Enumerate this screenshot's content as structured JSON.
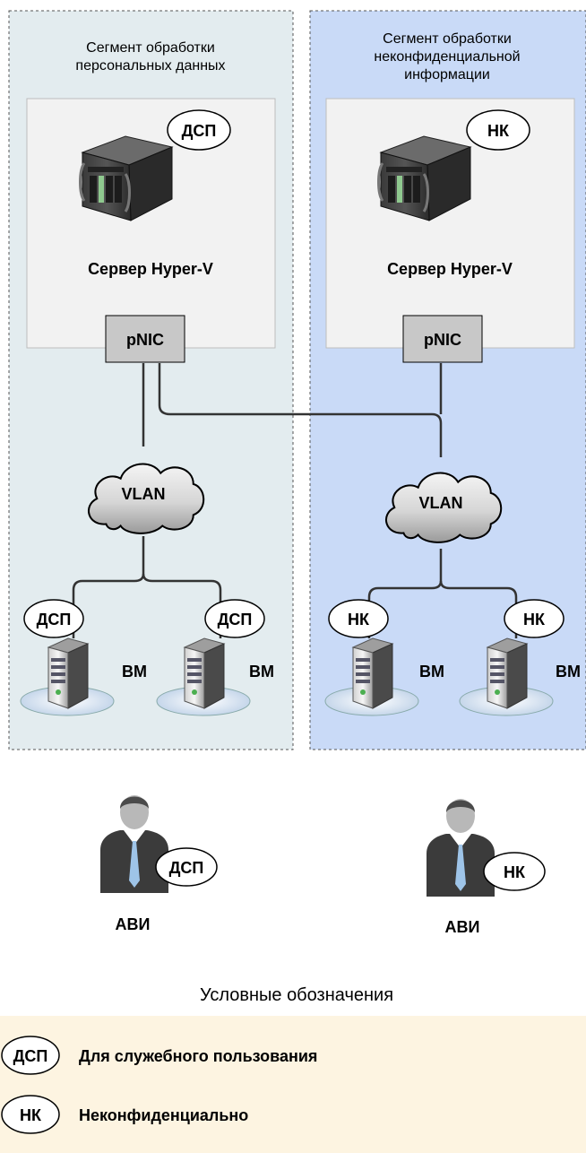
{
  "segments": [
    {
      "title_lines": [
        "Сегмент обработки",
        "персональных данных"
      ],
      "server_label": "Сервер Hyper-V",
      "server_badge": "ДСП",
      "nic_label": "pNIC",
      "vlan_label": "VLAN",
      "vms": [
        {
          "label": "ВМ",
          "badge": "ДСП"
        },
        {
          "label": "ВМ",
          "badge": "ДСП"
        }
      ]
    },
    {
      "title_lines": [
        "Сегмент обработки",
        "неконфиденциальной",
        "информации"
      ],
      "server_label": "Сервер Hyper-V",
      "server_badge": "НК",
      "nic_label": "pNIC",
      "vlan_label": "VLAN",
      "vms": [
        {
          "label": "ВМ",
          "badge": "НК"
        },
        {
          "label": "ВМ",
          "badge": "НК"
        }
      ]
    }
  ],
  "admins": [
    {
      "label": "АВИ",
      "badge": "ДСП"
    },
    {
      "label": "АВИ",
      "badge": "НК"
    }
  ],
  "legend": {
    "title": "Условные обозначения",
    "items": [
      {
        "badge": "ДСП",
        "text": "Для служебного пользования"
      },
      {
        "badge": "НК",
        "text": "Неконфиденциально"
      }
    ]
  },
  "colors": {
    "segment_left_fill": "#e3ecef",
    "segment_right_fill": "#c9daf7",
    "server_box_fill": "#f2f2f2",
    "nic_fill": "#c8c8c8",
    "legend_fill": "#fdf4e1",
    "link": "#333333"
  }
}
